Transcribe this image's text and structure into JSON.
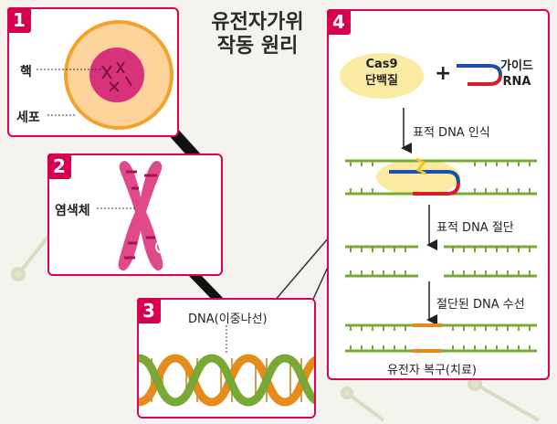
{
  "title": {
    "line1": "유전자가위",
    "line2": "작동 원리"
  },
  "panel1": {
    "num": "1",
    "nucleus_label": "핵",
    "cell_label": "세포"
  },
  "panel2": {
    "num": "2",
    "chromosome_label": "염색체"
  },
  "panel3": {
    "num": "3",
    "dna_label": "DNA(이중나선)"
  },
  "panel4": {
    "num": "4",
    "cas9_line1": "Cas9",
    "cas9_line2": "단백질",
    "plus": "+",
    "guide_line1": "가이드",
    "guide_line2": "RNA",
    "step1": "표적 DNA 인식",
    "step2": "표적 DNA 절단",
    "step3": "절단된 DNA 수선",
    "result": "유전자 복구(치료)"
  },
  "colors": {
    "accent": "#e0005a",
    "dna_green": "#7aa835",
    "dna_orange": "#e58a1b",
    "guide_blue": "#1e4fa8",
    "guide_red": "#d81d2a",
    "cas9_yellow": "#fbeaa2"
  }
}
